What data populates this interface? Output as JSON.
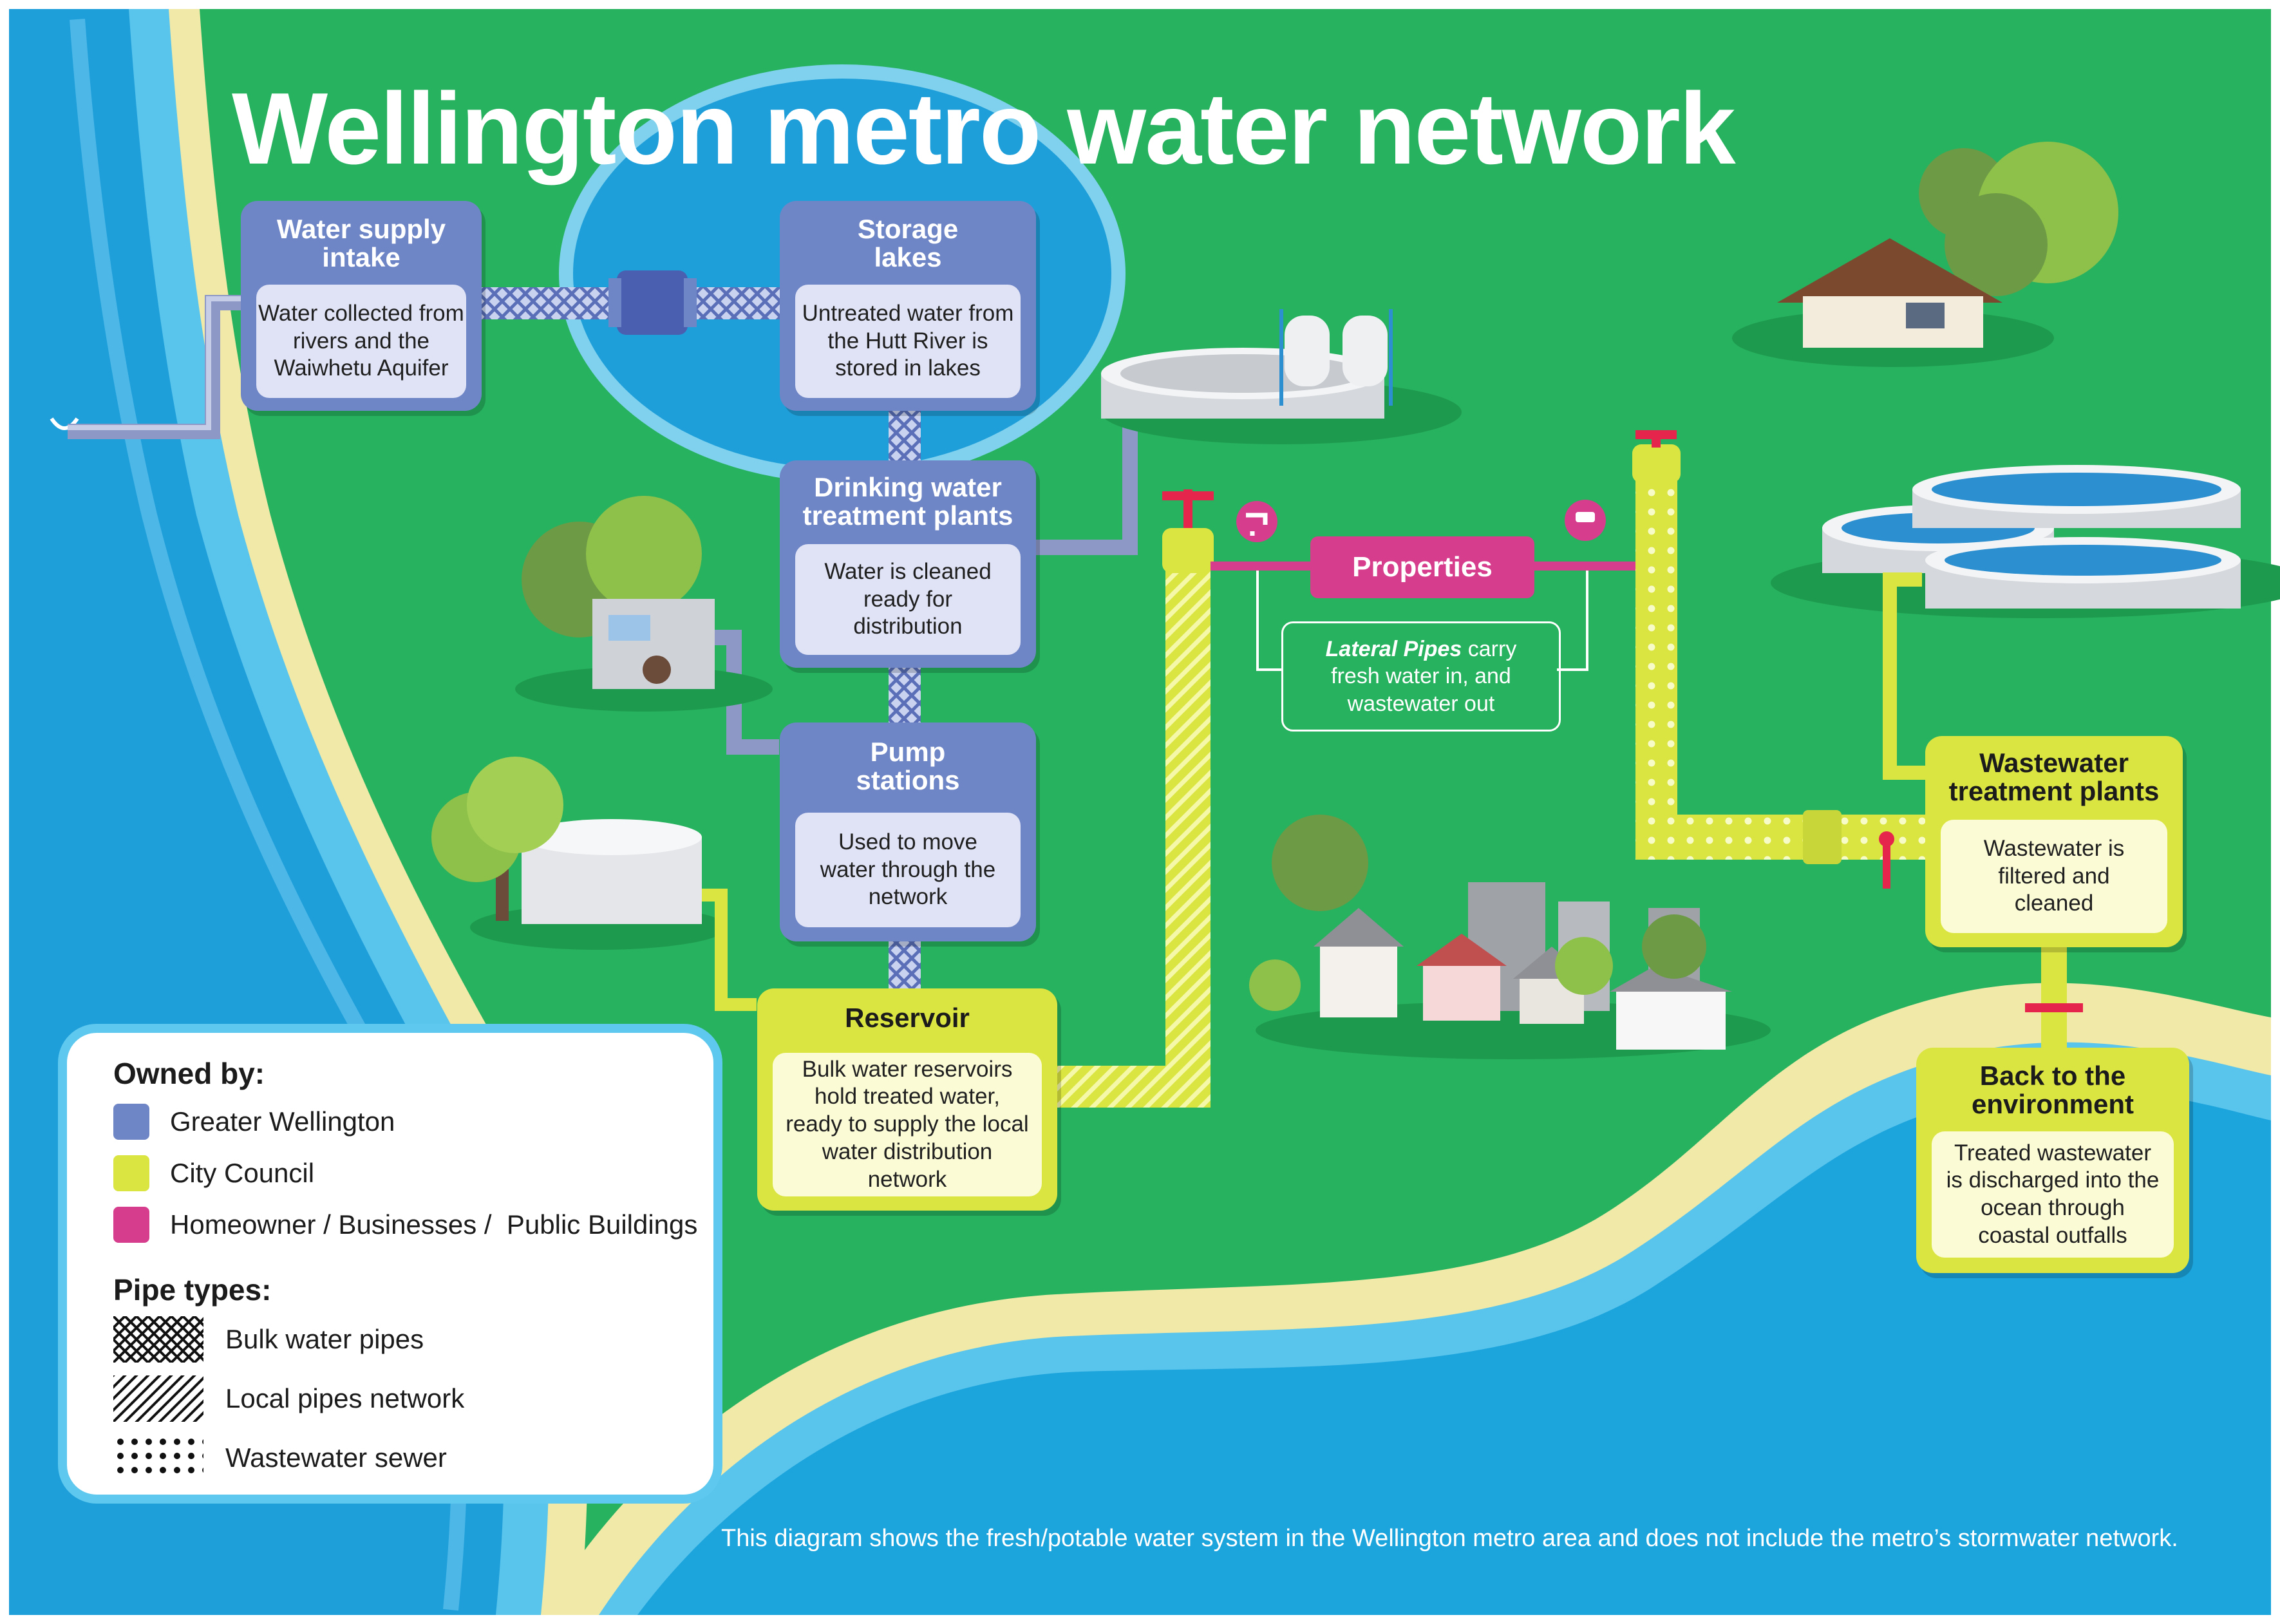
{
  "title": "Wellington metro water network",
  "colors": {
    "land": "#27b25f",
    "sea": "#1ca4dc",
    "river": "#2aa3da",
    "sand": "#f0e9a8",
    "greater_wellington": "#6f86c6",
    "city_council": "#dbe541",
    "homeowner": "#d63d8c",
    "legend_border": "#5ec8ee"
  },
  "nodes": {
    "water_supply_intake": {
      "title": "Water supply intake",
      "text": "Water collected from rivers and the Waiwhetu Aquifer",
      "owner": "Greater Wellington"
    },
    "storage_lakes": {
      "title": "Storage lakes",
      "text": "Untreated water from the Hutt River is stored in lakes",
      "owner": "Greater Wellington"
    },
    "drinking_water_treatment": {
      "title": "Drinking water treatment plants",
      "text": "Water is cleaned ready for distribution",
      "owner": "Greater Wellington"
    },
    "pump_stations": {
      "title": "Pump stations",
      "text": "Used to move water through the network",
      "owner": "Greater Wellington"
    },
    "reservoir": {
      "title": "Reservoir",
      "text": "Bulk water reservoirs hold treated water, ready to supply the local water distribution network",
      "owner": "City Council"
    },
    "properties": {
      "title": "Properties",
      "owner": "Homeowner / Businesses / Public Buildings"
    },
    "lateral_pipes": {
      "emphasis": "Lateral Pipes",
      "text": "carry fresh water in, and wastewater out"
    },
    "wastewater_treatment": {
      "title": "Wastewater treatment plants",
      "text": "Wastewater is filtered and cleaned",
      "owner": "City Council"
    },
    "back_to_environment": {
      "title": "Back to the environment",
      "text": "Treated wastewater is discharged into the ocean through coastal outfalls",
      "owner": "City Council"
    }
  },
  "legend": {
    "owned_by_title": "Owned by:",
    "owners": [
      {
        "label": "Greater Wellington",
        "color": "#6f86c6"
      },
      {
        "label": "City Council",
        "color": "#dbe541"
      },
      {
        "label": "Homeowner / Businesses /  Public Buildings",
        "color": "#d63d8c"
      }
    ],
    "pipe_types_title": "Pipe types:",
    "pipe_types": [
      {
        "label": "Bulk water pipes",
        "pattern": "crosshatch"
      },
      {
        "label": "Local pipes network",
        "pattern": "diagonal"
      },
      {
        "label": "Wastewater sewer",
        "pattern": "dots"
      }
    ]
  },
  "footnote": "This diagram shows the fresh/potable water system in the Wellington metro area and does not include the metro’s stormwater network."
}
